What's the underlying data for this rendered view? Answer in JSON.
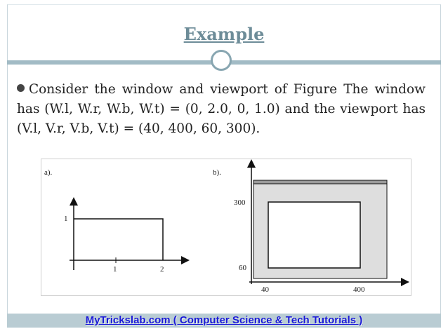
{
  "slide": {
    "title": "Example",
    "paragraph": "Consider the window and viewport of Figure The window has (W.l, W.r, W.b, W.t) = (0, 2.0, 0, 1.0) and the viewport has (V.l, V.r, V.b, V.t) = (40, 400, 60, 300).",
    "footer": "MyTrickslab.com ( Computer Science & Tech Tutorials )"
  },
  "figure": {
    "panel_a": {
      "label": "a).",
      "y_tick": "1",
      "x_ticks": [
        "1",
        "2"
      ]
    },
    "panel_b": {
      "label": "b).",
      "y_ticks": [
        "300",
        "60"
      ],
      "x_ticks": [
        "40",
        "400"
      ]
    }
  },
  "colors": {
    "title": "#6d8c98",
    "band": "#a2bbc5",
    "footer_bg": "#b9ccd3",
    "footer_text": "#1a1ad6"
  }
}
